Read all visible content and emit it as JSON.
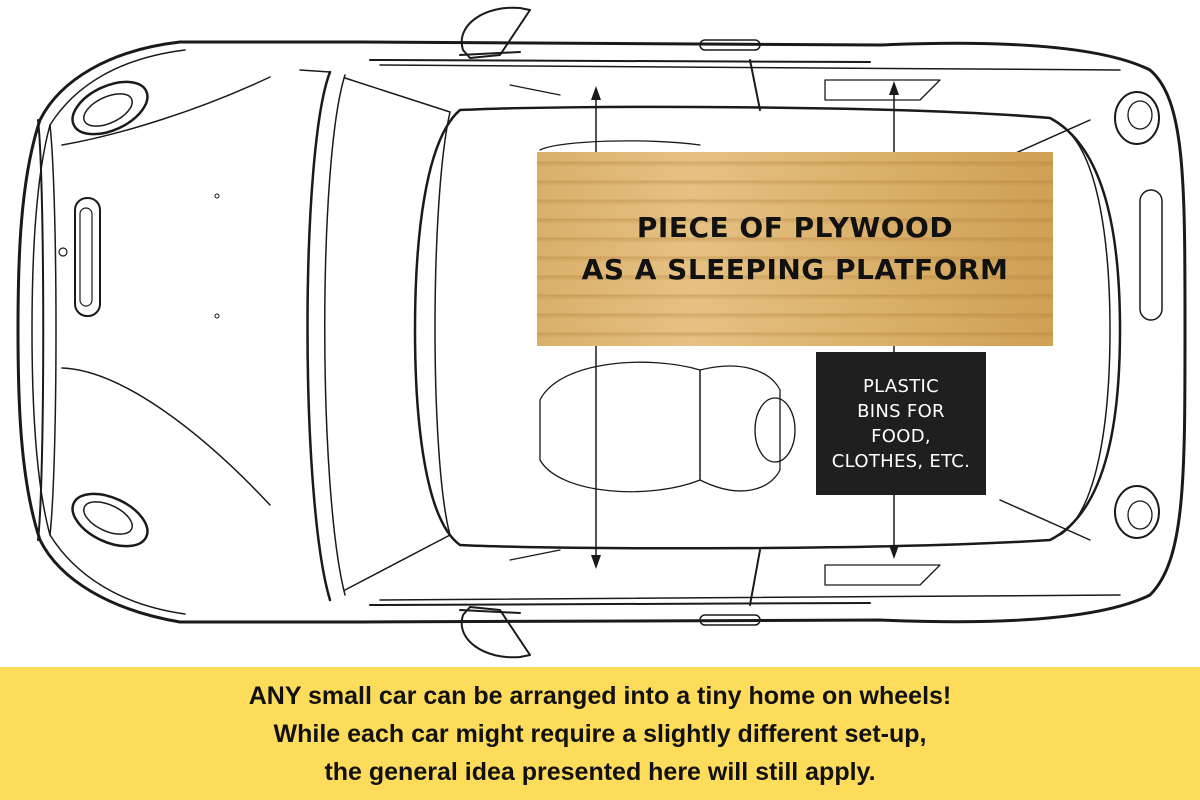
{
  "illustration": {
    "subject": "small car top-down line drawing",
    "plywood_label": {
      "lines": [
        "PIECE OF PLYWOOD",
        "AS A SLEEPING PLATFORM"
      ],
      "color": "#dcb36e"
    },
    "bins_label": {
      "lines": [
        "PLASTIC",
        "BINS FOR",
        "FOOD,",
        "CLOTHES, ETC."
      ],
      "background": "#1f1f1f"
    },
    "dimension_arrows": [
      "width-arrow-front",
      "width-arrow-rear"
    ]
  },
  "caption": {
    "background": "#fddc5c",
    "lines": [
      "ANY small car can be arranged into a tiny home on wheels!",
      "While each car might require a slightly different set-up,",
      "the general idea presented here will still apply."
    ]
  }
}
